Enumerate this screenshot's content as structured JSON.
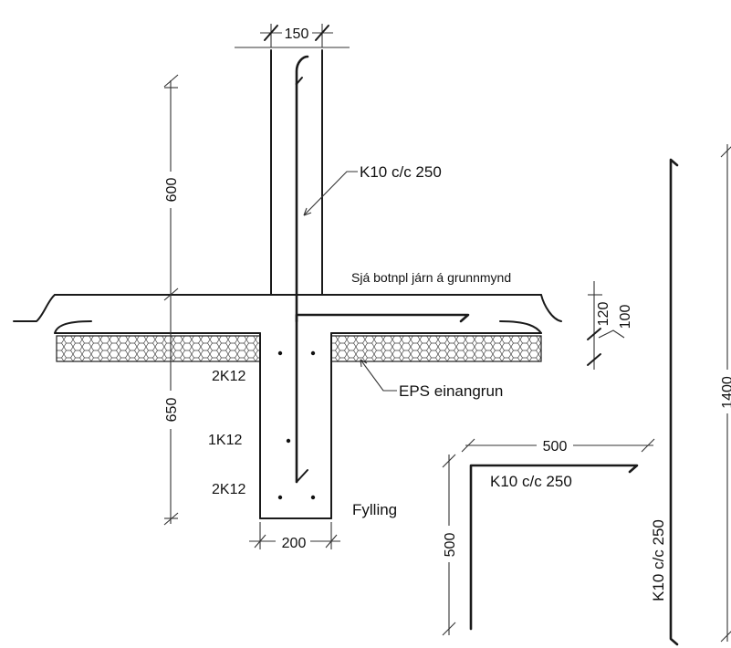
{
  "drawing": {
    "dimensions": {
      "wall_width": "150",
      "wall_height": "600",
      "footing_depth": "650",
      "footing_width": "200",
      "slab_thickness": "120",
      "slab_offset": "100",
      "bar_length_tall": "1400",
      "l_bar_horizontal": "500",
      "l_bar_vertical": "500"
    },
    "labels": {
      "wall_rebar": "K10 c/c 250",
      "slab_note": "Sjá botnpl járn á grunnmynd",
      "insulation": "EPS einangrun",
      "bottom_top": "2K12",
      "bottom_mid": "1K12",
      "bottom_bottom": "2K12",
      "fill": "Fylling",
      "l_bar": "K10 c/c 250",
      "tall_bar": "K10 c/c 250"
    }
  }
}
